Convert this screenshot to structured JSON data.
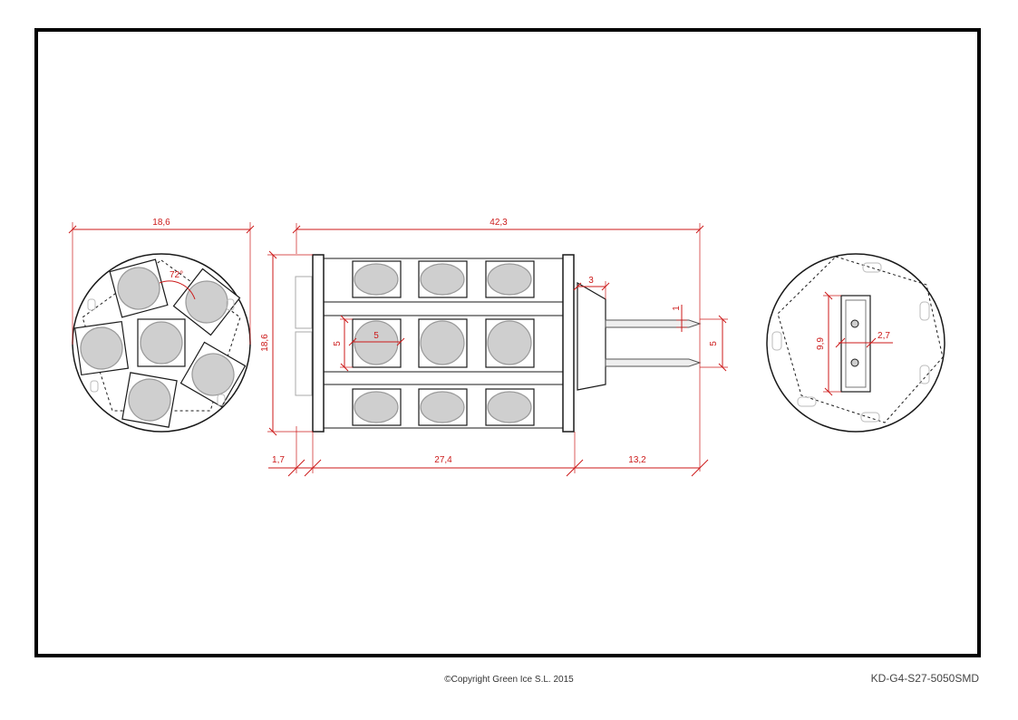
{
  "drawing": {
    "dimensions": {
      "head_diameter": "18,6",
      "led_angle": "72°",
      "total_length": "42,3",
      "body_height": "18,6",
      "pin_length": "3",
      "pin_tip": "1",
      "led_width": "5",
      "led_height": "5",
      "pin_spacing": "5",
      "base_offset": "1,7",
      "body_length": "27,4",
      "pin_total": "13,2",
      "socket_height": "9,9",
      "socket_width": "2,7"
    },
    "colors": {
      "dimension": "#cc1a1a",
      "outline": "#1a1a1a",
      "led_fill": "#cfcfcf",
      "frame": "#000000"
    }
  },
  "footer": {
    "copyright": "©Copyright Green Ice S.L. 2015",
    "model_code": "KD-G4-S27-5050SMD"
  }
}
